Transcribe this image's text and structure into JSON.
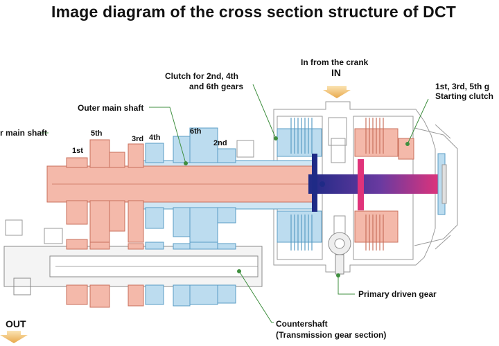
{
  "title": "Image diagram of the cross section structure of DCT",
  "labels": {
    "inner_main_shaft": "r main shaft",
    "outer_main_shaft": "Outer main shaft",
    "clutch_246_line1": "Clutch for 2nd, 4th",
    "clutch_246_line2": "and 6th gears",
    "in_from_crank": "In from the crank",
    "in": "IN",
    "clutch_135_line1": "1st, 3rd, 5th g",
    "clutch_135_line2": "Starting clutch",
    "primary_driven_gear": "Primary driven gear",
    "countershaft_line1": "Countershaft",
    "countershaft_line2": "(Transmission gear section)",
    "out": "OUT"
  },
  "gears": {
    "g1": "1st",
    "g2": "2nd",
    "g3": "3rd",
    "g4": "4th",
    "g5": "5th",
    "g6": "6th"
  },
  "colors": {
    "odd_gear_pink": "#f4b9aa",
    "odd_gear_stroke": "#c9705c",
    "even_gear_blue": "#bcdcef",
    "even_gear_stroke": "#5a9cc4",
    "shaft_core_navy": "#1f2a86",
    "clutch_hub_magenta": "#e0337a",
    "housing_gray": "#999999",
    "arrow_gold": "#e8b35a"
  }
}
